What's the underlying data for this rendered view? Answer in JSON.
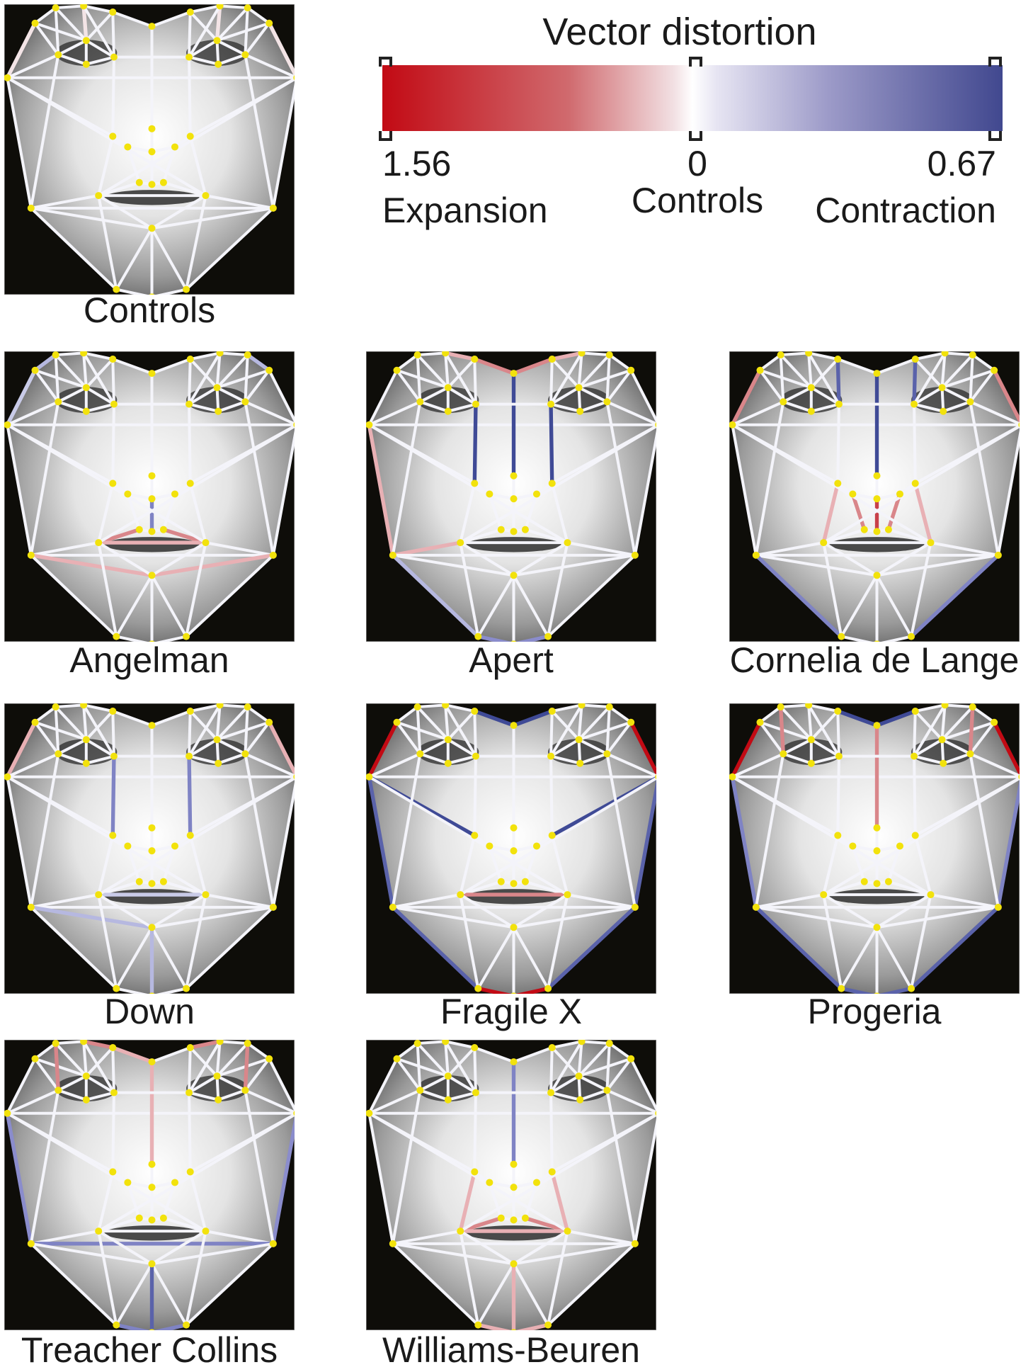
{
  "colorbar": {
    "title": "Vector distortion",
    "min_label": "1.56",
    "mid_label": "0",
    "max_label": "0.67",
    "left_caption": "Expansion",
    "mid_caption": "Controls",
    "right_caption": "Contraction",
    "colors": {
      "expansion": "#c20a14",
      "neutral": "#ffffff",
      "contraction": "#41488f"
    }
  },
  "panels": [
    {
      "label": "Controls",
      "edge_colors": [
        [
          "17-0",
          "#f3e4e6"
        ],
        [
          "8-18",
          "#f3e4e6"
        ],
        [
          "2-9",
          "#f3e4e6"
        ],
        [
          "6-13",
          "#f3e4e6"
        ]
      ]
    },
    {
      "label": "Angelman",
      "edge_colors": [
        [
          "28-25",
          "#d9868a"
        ],
        [
          "29-27",
          "#d9868a"
        ],
        [
          "28-29",
          "#e8b0b4"
        ],
        [
          "24-26",
          "#7f83c4"
        ],
        [
          "0-1",
          "#b6b8e0"
        ],
        [
          "7-8",
          "#b6b8e0"
        ],
        [
          "17-0",
          "#c9cbe8"
        ],
        [
          "30-32",
          "#e8b0b4"
        ],
        [
          "31-32",
          "#e8b0b4"
        ]
      ]
    },
    {
      "label": "Apert",
      "edge_colors": [
        [
          "4-19",
          "#3f4a96"
        ],
        [
          "11-20",
          "#3f4a96"
        ],
        [
          "15-21",
          "#3f4a96"
        ],
        [
          "3-4",
          "#d9868a"
        ],
        [
          "4-5",
          "#d9868a"
        ],
        [
          "2-3",
          "#e8b0b4"
        ],
        [
          "5-6",
          "#e8b0b4"
        ],
        [
          "17-30",
          "#e8b0b4"
        ],
        [
          "28-30",
          "#e8b0b4"
        ],
        [
          "33-35",
          "#8a8ccc"
        ],
        [
          "34-35",
          "#8a8ccc"
        ],
        [
          "30-33",
          "#b6b8e0"
        ]
      ]
    },
    {
      "label": "Cornelia de Lange",
      "edge_colors": [
        [
          "4-19",
          "#3f4a96"
        ],
        [
          "3-11",
          "#5a62aa"
        ],
        [
          "5-15",
          "#5a62aa"
        ],
        [
          "24-26",
          "#c8404a"
        ],
        [
          "22-25",
          "#d9868a"
        ],
        [
          "23-27",
          "#d9868a"
        ],
        [
          "17-0",
          "#d9868a"
        ],
        [
          "8-18",
          "#d9868a"
        ],
        [
          "30-33",
          "#7f83c4"
        ],
        [
          "31-34",
          "#7f83c4"
        ],
        [
          "20-28",
          "#e8b0b4"
        ],
        [
          "21-29",
          "#e8b0b4"
        ]
      ]
    },
    {
      "label": "Down",
      "edge_colors": [
        [
          "17-0",
          "#e8b0b4"
        ],
        [
          "8-18",
          "#e8b0b4"
        ],
        [
          "11-20",
          "#7f83c4"
        ],
        [
          "15-21",
          "#7f83c4"
        ],
        [
          "30-32",
          "#b6b8e0"
        ],
        [
          "32-35",
          "#b6b8e0"
        ],
        [
          "31-18",
          "#e8b0b4"
        ],
        [
          "28-29",
          "#c9cbe8"
        ]
      ]
    },
    {
      "label": "Fragile X",
      "edge_colors": [
        [
          "17-0",
          "#c20a14"
        ],
        [
          "8-18",
          "#c20a14"
        ],
        [
          "33-35",
          "#c20a14"
        ],
        [
          "34-35",
          "#c20a14"
        ],
        [
          "3-4",
          "#3f4a96"
        ],
        [
          "4-5",
          "#3f4a96"
        ],
        [
          "17-30",
          "#5a62aa"
        ],
        [
          "18-31",
          "#5a62aa"
        ],
        [
          "30-33",
          "#5a62aa"
        ],
        [
          "31-34",
          "#5a62aa"
        ],
        [
          "17-20",
          "#3f4a96"
        ],
        [
          "18-21",
          "#3f4a96"
        ],
        [
          "28-29",
          "#d9868a"
        ]
      ]
    },
    {
      "label": "Progeria",
      "edge_colors": [
        [
          "17-0",
          "#c20a14"
        ],
        [
          "8-18",
          "#c20a14"
        ],
        [
          "1-10",
          "#d9868a"
        ],
        [
          "7-14",
          "#d9868a"
        ],
        [
          "3-4",
          "#3f4a96"
        ],
        [
          "4-5",
          "#3f4a96"
        ],
        [
          "30-33",
          "#5a62aa"
        ],
        [
          "31-34",
          "#5a62aa"
        ],
        [
          "33-35",
          "#5a62aa"
        ],
        [
          "34-35",
          "#5a62aa"
        ],
        [
          "17-30",
          "#7f83c4"
        ],
        [
          "18-31",
          "#7f83c4"
        ],
        [
          "4-19",
          "#d9868a"
        ]
      ]
    },
    {
      "label": "Treacher Collins",
      "edge_colors": [
        [
          "4-19",
          "#e8b0b4"
        ],
        [
          "2-3",
          "#d9868a"
        ],
        [
          "5-6",
          "#d9868a"
        ],
        [
          "3-4",
          "#e8b0b4"
        ],
        [
          "30-31",
          "#7f83c4"
        ],
        [
          "32-35",
          "#5a62aa"
        ],
        [
          "33-35",
          "#7f83c4"
        ],
        [
          "34-35",
          "#7f83c4"
        ],
        [
          "17-30",
          "#8a8ccc"
        ],
        [
          "18-31",
          "#8a8ccc"
        ],
        [
          "1-10",
          "#d9868a"
        ],
        [
          "7-14",
          "#d9868a"
        ]
      ]
    },
    {
      "label": "Williams-Beuren",
      "edge_colors": [
        [
          "4-19",
          "#7f83c4"
        ],
        [
          "28-25",
          "#d9868a"
        ],
        [
          "29-27",
          "#d9868a"
        ],
        [
          "28-29",
          "#e8b0b4"
        ],
        [
          "32-35",
          "#e8b0b4"
        ],
        [
          "33-35",
          "#e8b0b4"
        ],
        [
          "34-35",
          "#e8b0b4"
        ],
        [
          "20-28",
          "#e8b0b4"
        ],
        [
          "21-29",
          "#e8b0b4"
        ]
      ]
    }
  ]
}
